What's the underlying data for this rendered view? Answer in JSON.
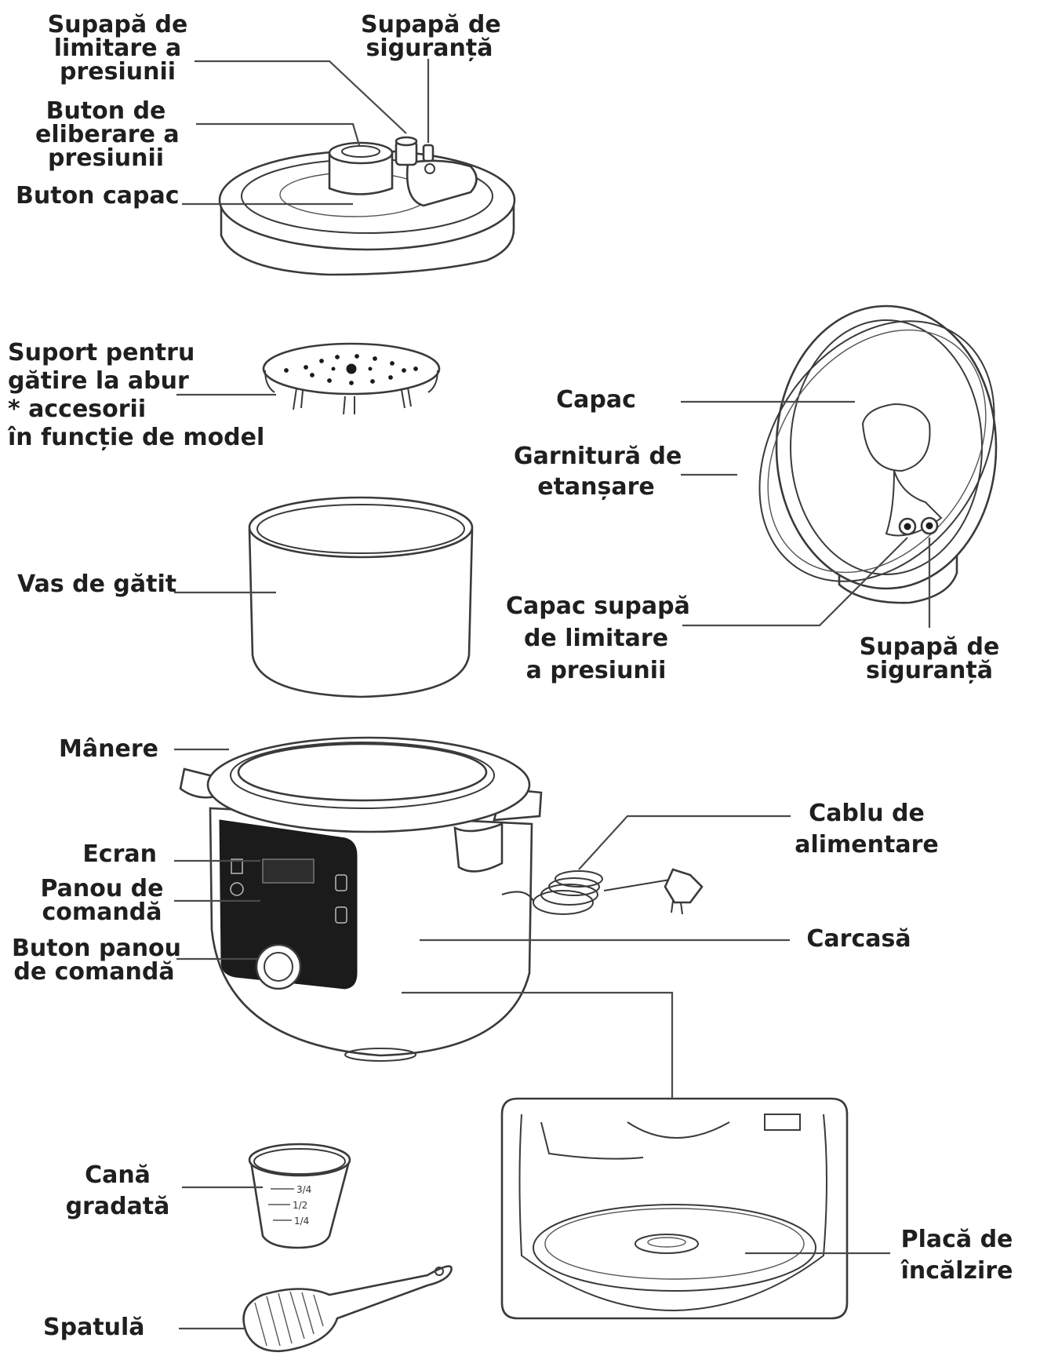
{
  "labels": {
    "pressure_limit_valve": [
      "Supapă de",
      "limitare a",
      "presiunii"
    ],
    "safety_valve_top": [
      "Supapă de",
      "siguranță"
    ],
    "pressure_release_button": [
      "Buton de",
      "eliberare a",
      "presiunii"
    ],
    "lid_button": [
      "Buton capac"
    ],
    "steam_rack": [
      "Suport pentru",
      "gătire la abur",
      "* accesorii",
      "în funcție de model"
    ],
    "lid": [
      "Capac"
    ],
    "seal_gasket": [
      "Garnitură de",
      "etanșare"
    ],
    "cooking_bowl": [
      "Vas de gătit"
    ],
    "limit_valve_cover": [
      "Capac supapă",
      "de limitare",
      "a presiunii"
    ],
    "safety_valve_bottom": [
      "Supapă de",
      "siguranță"
    ],
    "handles": [
      "Mânere"
    ],
    "power_cable": [
      "Cablu de",
      "alimentare"
    ],
    "screen": [
      "Ecran"
    ],
    "control_panel": [
      "Panou de",
      "comandă"
    ],
    "control_panel_knob": [
      "Buton panou",
      "de comandă"
    ],
    "housing": [
      "Carcasă"
    ],
    "measuring_cup": [
      "Cană",
      "gradată"
    ],
    "heating_plate": [
      "Placă de",
      "încălzire"
    ],
    "spatula": [
      "Spatulă"
    ]
  },
  "cup_marks": [
    "3/4",
    "1/2",
    "1/4"
  ],
  "colors": {
    "line": "#4a4a4a",
    "text": "#1f1f1f",
    "display": "#1b1b1b"
  }
}
